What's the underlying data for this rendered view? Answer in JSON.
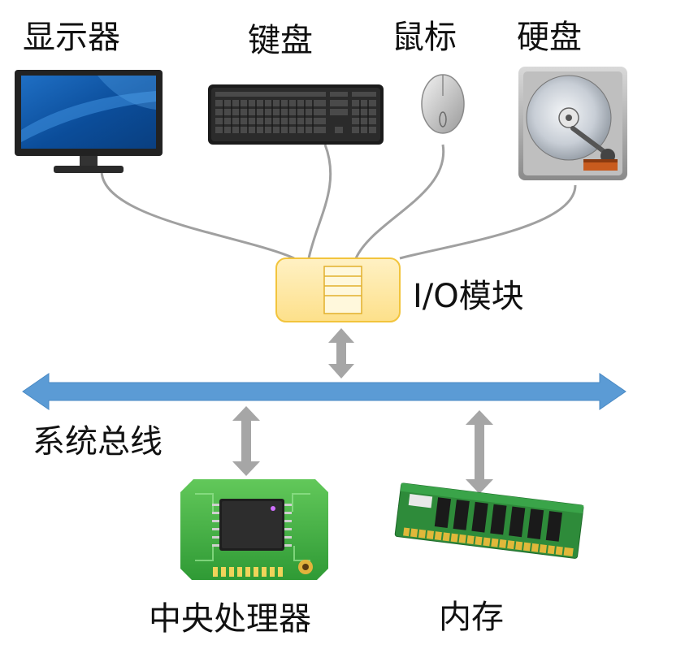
{
  "devices": {
    "monitor": "显示器",
    "keyboard": "键盘",
    "mouse": "鼠标",
    "harddisk": "硬盘"
  },
  "io_module": {
    "label": "I/O模块"
  },
  "bus": {
    "label": "系统总线"
  },
  "cpu": {
    "label": "中央处理器"
  },
  "memory": {
    "label": "内存"
  },
  "colors": {
    "bus": "#5b9bd5",
    "io_fill": "#fde9a8",
    "io_stroke": "#f2c43c",
    "arrow_gray": "#a6a6a6",
    "cable": "#a0a0a0",
    "pcb_green": "#3fae3f",
    "ram_green": "#2e8b3a"
  }
}
